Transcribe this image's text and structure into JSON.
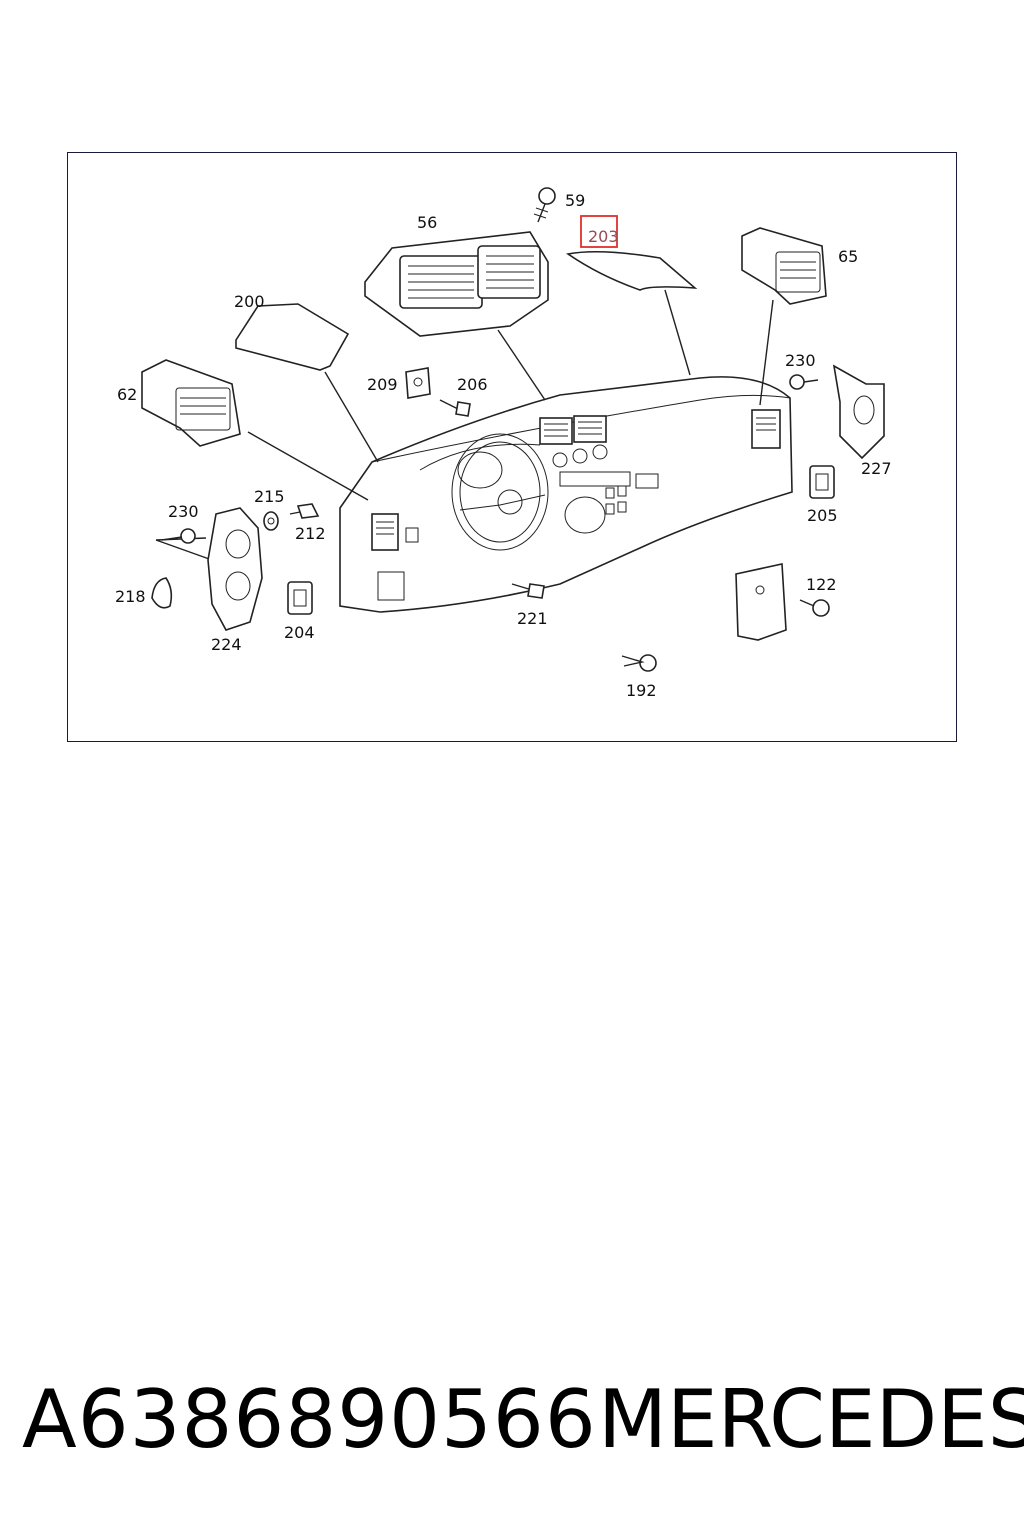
{
  "diagram": {
    "labels": {
      "l59": "59",
      "l56": "56",
      "l203": "203",
      "l65": "65",
      "l200": "200",
      "l62": "62",
      "l230a": "230",
      "l209": "209",
      "l206": "206",
      "l227": "227",
      "l215": "215",
      "l230b": "230",
      "l212": "212",
      "l205": "205",
      "l218": "218",
      "l221": "221",
      "l122": "122",
      "l204": "204",
      "l224": "224",
      "l192": "192"
    },
    "highlighted_part": "203",
    "highlight_color": "#e0302a"
  },
  "footer": {
    "part_number": "A6386890566",
    "brand": "MERCEDES"
  }
}
